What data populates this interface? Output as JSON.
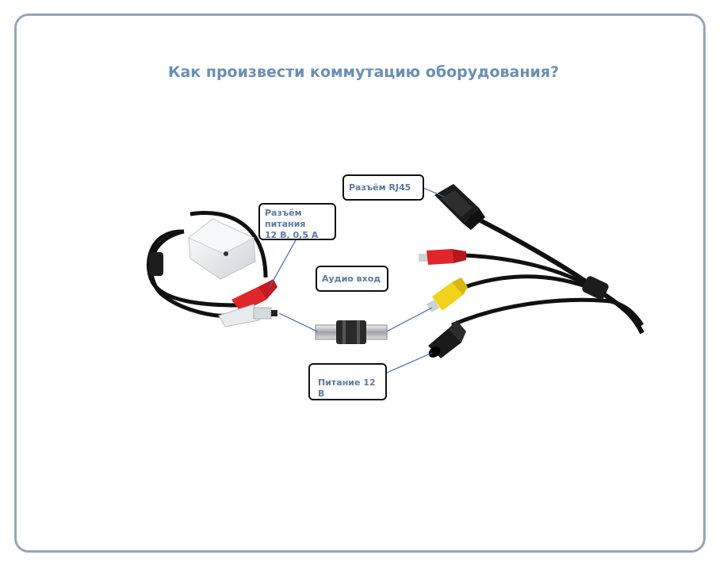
{
  "title": "Как произвести коммутацию оборудования?",
  "callouts": {
    "rj45": "Разъём RJ45",
    "power_connector_line1": "Разъём питания",
    "power_connector_line2": "12 В, 0,5 А",
    "audio_in": "Аудио вход",
    "power_12v": "Питание 12 В"
  },
  "colors": {
    "frame_border": "#93a6b8",
    "title": "#6a8fb4",
    "callout_text": "#5b7ba4",
    "leader_line": "#3f67b0",
    "rca_red": "#e0262b",
    "rca_yellow": "#f0d21a",
    "rca_white": "#e9ecef",
    "cable": "#111111"
  }
}
